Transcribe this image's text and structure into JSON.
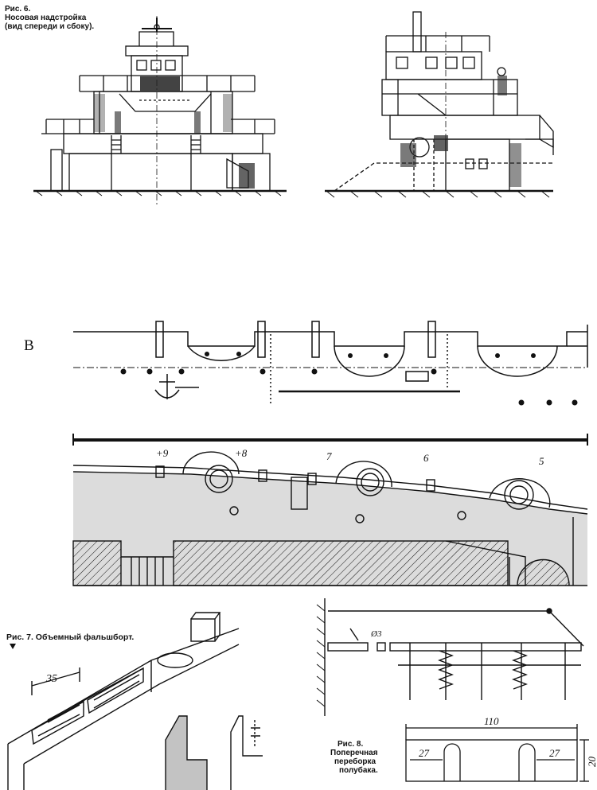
{
  "fig6": {
    "line1": "Рис. 6.",
    "line2": "Носовая надстройка",
    "line3": "(вид спереди и сбоку)."
  },
  "section_letter": "В",
  "frame_numbers": [
    "+9",
    "+8",
    "7",
    "6",
    "5"
  ],
  "fig7": {
    "caption": "Рис. 7. Объемный фальшборт.",
    "dim": "35"
  },
  "fig8": {
    "line1": "Рис. 8.",
    "line2": "Поперечная",
    "line3": "переборка",
    "line4": "полубака.",
    "dim_width": "110",
    "dim_left": "27",
    "dim_right": "27",
    "dim_height": "20"
  },
  "rail_dim": "Ø3"
}
